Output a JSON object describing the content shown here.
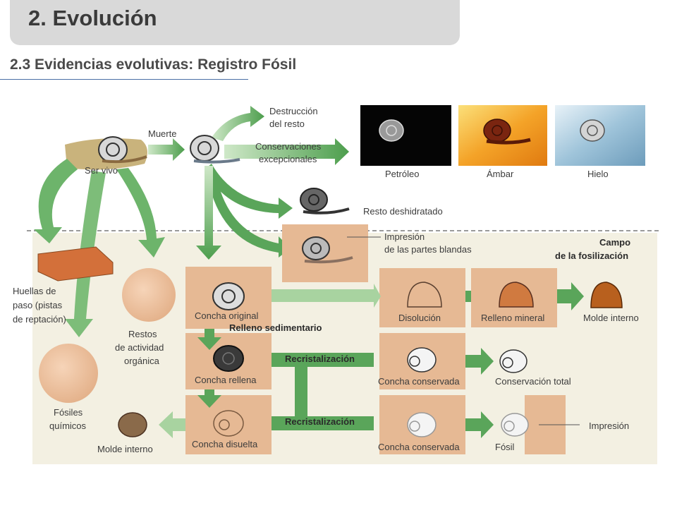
{
  "header": {
    "title": "2. Evolución"
  },
  "subtitle": "2.3 Evidencias evolutivas: Registro Fósil",
  "diagram": {
    "ser_vivo": "Ser vivo",
    "muerte": "Muerte",
    "destruccion": [
      "Destrucción",
      "del resto"
    ],
    "conservaciones": [
      "Conservaciones",
      "excepcionales"
    ],
    "petroleo": "Petróleo",
    "ambar": "Ámbar",
    "hielo": "Hielo",
    "resto_deshidratado": "Resto deshidratado",
    "impresion_blandas": [
      "Impresión",
      "de las partes blandas"
    ],
    "campo": [
      "Campo",
      "de la fosilización"
    ],
    "huellas": [
      "Huellas de",
      "paso (pistas",
      "de reptación)"
    ],
    "restos_actividad": [
      "Restos",
      "de actividad",
      "orgánica"
    ],
    "fosiles_quimicos": [
      "Fósiles",
      "químicos"
    ],
    "concha_original": "Concha original",
    "relleno_sedimentario": "Relleno sedimentario",
    "concha_rellena": "Concha rellena",
    "concha_disuelta": "Concha disuelta",
    "molde_interno_left": "Molde interno",
    "disolucion": "Disolución",
    "relleno_mineral": "Relleno mineral",
    "molde_interno_right": "Molde interno",
    "recristalizacion_1": "Recristalización",
    "recristalizacion_2": "Recristalización",
    "concha_conservada_1": "Concha conservada",
    "concha_conservada_2": "Concha conservada",
    "conservacion_total": "Conservación total",
    "fosil": "Fósil",
    "impresion": "Impresión"
  },
  "colors": {
    "arrow": "#5aa55a",
    "box": "#e6b994",
    "ground": "#f3f0e2"
  }
}
